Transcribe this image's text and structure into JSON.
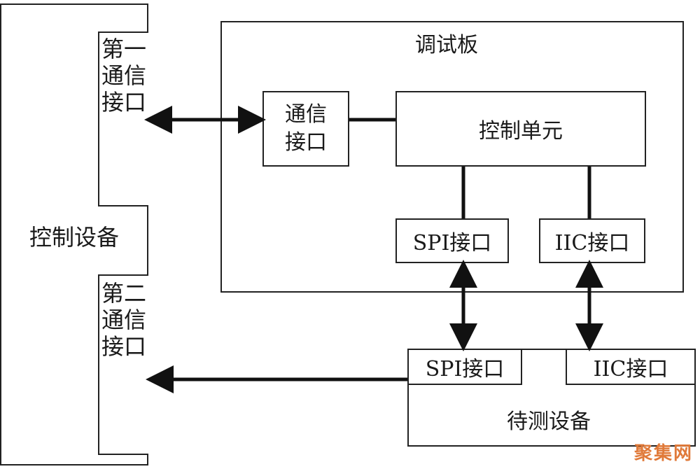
{
  "control_device": {
    "label": "控制设备",
    "first_port": "第一通信接口",
    "second_port": "第二通信接口"
  },
  "debug_board": {
    "label": "调试板",
    "comm_port": "通信\n接口",
    "control_unit": "控制单元",
    "spi_port": "SPI接口",
    "iic_port": "IIC接口"
  },
  "device_under_test": {
    "label": "待测设备",
    "spi_port": "SPI接口",
    "iic_port": "IIC接口"
  },
  "watermark": "聚集网"
}
